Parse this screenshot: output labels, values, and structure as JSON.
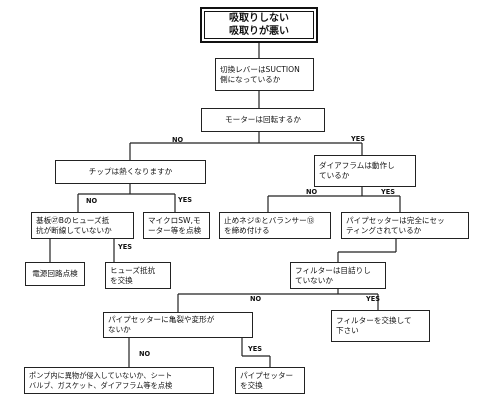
{
  "title": {
    "line1": "吸取りしない",
    "line2": "吸取りが悪い"
  },
  "nodes": {
    "lever": "切換レバーはSUCTION\n側になっているか",
    "motor": "モーターは回転するか",
    "tip_hot": "チップは熱くなりますか",
    "diaphragm": "ダイアフラムは動作し\nているか",
    "fuse_check": "基板㉗Bのヒューズ抵\n抗が断線していないか",
    "micro_sw": "マイクロSW,モ\nーター等を点検",
    "screw": "止めネジ⑤とバランサー⑬\nを締め付ける",
    "pipe_set": "パイプセッターは完全にセッ\nティングされているか",
    "power_circuit": "電源回路点検",
    "fuse_replace": "ヒューズ抵抗\nを交換",
    "filter_clog": "フィルターは目詰りし\nていないか",
    "pipe_crack": "パイプセッターに亀裂や変形が\nないか",
    "filter_replace": "フィルターを交換して\n下さい",
    "pump_check": "ポンプ内に異物が侵入していないか、シート\nバルブ、ガスケット、ダイアフラム等を点検",
    "pipe_replace": "パイプセッター\nを交換"
  },
  "labels": {
    "no": "NO",
    "yes": "YES"
  }
}
